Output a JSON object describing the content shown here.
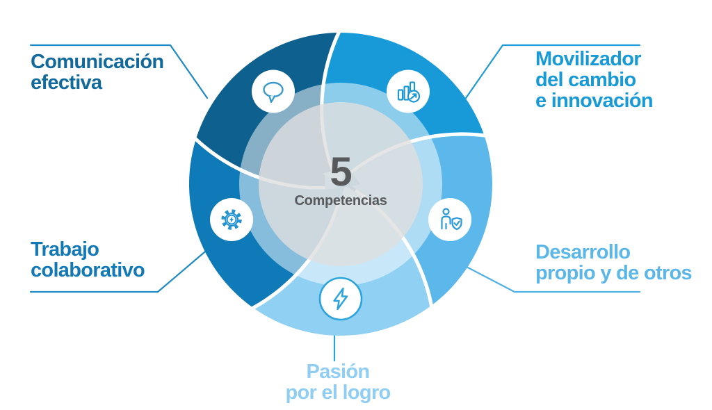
{
  "background_color": "#FFFFFF",
  "center": {
    "number": "5",
    "label": "Competencias",
    "text_color": "#58595B",
    "circle_color": "#DFDFDF"
  },
  "petals": [
    {
      "name": "comunicacion-efectiva",
      "label_lines": [
        "Comunicación",
        "efectiva"
      ],
      "petal_color": "#0E618F",
      "text_color": "#12699C",
      "line_color": "#1E8AC4",
      "icon": "speech-bubble-icon",
      "icon_color": "#3A9ACC"
    },
    {
      "name": "movilizador-del-cambio-e-innovacion",
      "label_lines": [
        "Movilizador",
        "del cambio",
        "e innovación"
      ],
      "petal_color": "#189AD8",
      "text_color": "#189AD6",
      "line_color": "#1E9AD4",
      "icon": "bar-chart-growth-icon",
      "icon_color": "#1E97D5"
    },
    {
      "name": "desarrollo-propio-y-de-otros",
      "label_lines": [
        "Desarrollo",
        "propio y de otros"
      ],
      "petal_color": "#5CB8EA",
      "text_color": "#5CB7E9",
      "line_color": "#4FB0E5",
      "icon": "person-shield-icon",
      "icon_color": "#2A9AD8"
    },
    {
      "name": "pasion-por-el-logro",
      "label_lines": [
        "Pasión",
        "por el logro"
      ],
      "petal_color": "#90D0F2",
      "text_color": "#8FCEF2",
      "line_color": "#2AA1D8",
      "icon": "lightning-bolt-icon",
      "icon_color": "#2BA3DC"
    },
    {
      "name": "trabajo-colaborativo",
      "label_lines": [
        "Trabajo",
        "colaborativo"
      ],
      "petal_color": "#0F7AB8",
      "text_color": "#1379B6",
      "line_color": "#1E8AC4",
      "icon": "gear-energy-icon",
      "icon_color": "#2393D2"
    }
  ]
}
